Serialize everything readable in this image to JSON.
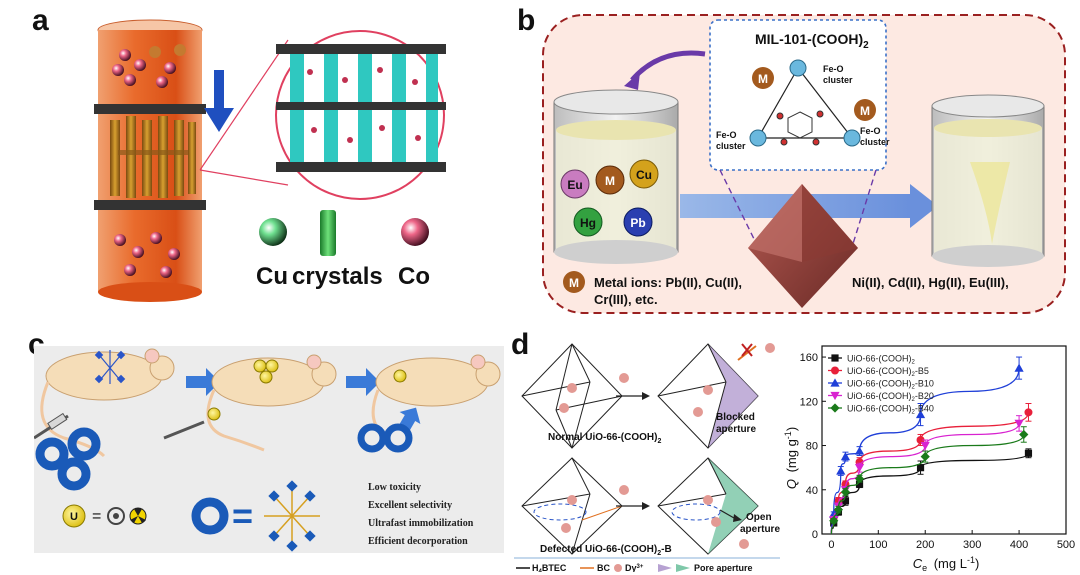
{
  "panel_labels": {
    "a": "a",
    "b": "b",
    "c": "c",
    "d": "d"
  },
  "panel_a": {
    "legend_cu": "Cu",
    "legend_crystals": "crystals",
    "legend_co": "Co"
  },
  "panel_b": {
    "title_main": "MIL-101-(COOH)",
    "title_sub": "2",
    "cluster_label_line1": "Fe-O",
    "cluster_label_line2": "cluster",
    "metal_symbol": "M",
    "ions": [
      "Eu",
      "M",
      "Cu",
      "Hg",
      "Pb"
    ],
    "note_left_line1": "Metal ions: Pb(II), Cu(II),",
    "note_left_line2": "Cr(III), etc.",
    "note_right": "Ni(II), Cd(II), Hg(II), Eu(III),",
    "colors": {
      "eu": "#c97cc0",
      "m": "#a35a1e",
      "cu": "#d4a21c",
      "hg": "#33a140",
      "pb": "#2a3fb0"
    }
  },
  "panel_c": {
    "u_symbol": "U",
    "features": [
      "Low toxicity",
      "Excellent selectivity",
      "Ultrafast immobilization",
      "Efficient decorporation"
    ],
    "equals": "="
  },
  "panel_d": {
    "normal_label": "Normal UiO-66-(COOH)",
    "normal_sub": "2",
    "defected_label": "Defected UiO-66-(COOH)",
    "defected_sub": "2",
    "defected_suffix": "-B",
    "blocked_line1": "Blocked",
    "blocked_line2": "aperture",
    "open_line1": "Open",
    "open_line2": "aperture",
    "legend": {
      "h4btec": "H",
      "h4btec_sub": "4",
      "h4btec_rest": "BTEC",
      "bc": "BC",
      "dy": "Dy",
      "dy_sup": "3+",
      "pore": "Pore aperture"
    },
    "colors": {
      "blocked": "#b7a2d2",
      "open": "#7fc8a9",
      "dy": "#e39a94",
      "bc": "#e07020"
    }
  },
  "chart_data": {
    "type": "scatter",
    "x_label_main": "C",
    "x_label_sub": "e",
    "x_label_unit_pre": "(mg L",
    "x_label_unit_sup": "-1",
    "x_label_unit_post": ")",
    "y_label_main": "Q",
    "y_label_unit_pre": "(mg g",
    "y_label_unit_sup": "-1",
    "y_label_unit_post": ")",
    "xlim": [
      -20,
      500
    ],
    "ylim": [
      0,
      170
    ],
    "xticks": [
      0,
      100,
      200,
      300,
      400,
      500
    ],
    "yticks": [
      0,
      40,
      80,
      120,
      160
    ],
    "legend_position": "top-left",
    "series": [
      {
        "name": "UiO-66-(COOH)",
        "sub": "2",
        "suffix": "",
        "color": "#111111",
        "marker": "square",
        "x": [
          5,
          15,
          30,
          60,
          190,
          420
        ],
        "y": [
          10,
          20,
          30,
          45,
          60,
          73
        ],
        "err": [
          2,
          3,
          4,
          3,
          6,
          4
        ]
      },
      {
        "name": "UiO-66-(COOH)",
        "sub": "2",
        "suffix": "-B5",
        "color": "#e8203a",
        "marker": "circle",
        "x": [
          5,
          15,
          30,
          60,
          190,
          420
        ],
        "y": [
          15,
          30,
          45,
          65,
          85,
          110
        ],
        "err": [
          2,
          3,
          3,
          4,
          5,
          8
        ]
      },
      {
        "name": "UiO-66-(COOH)",
        "sub": "2",
        "suffix": "-B10",
        "color": "#1f3fd8",
        "marker": "triangle-up",
        "x": [
          5,
          20,
          30,
          60,
          190,
          400
        ],
        "y": [
          18,
          57,
          70,
          75,
          108,
          150
        ],
        "err": [
          2,
          4,
          4,
          4,
          10,
          10
        ]
      },
      {
        "name": "UiO-66-(COOH)",
        "sub": "2",
        "suffix": "-B20",
        "color": "#d822d0",
        "marker": "triangle-down",
        "x": [
          5,
          15,
          30,
          60,
          200,
          400
        ],
        "y": [
          13,
          25,
          40,
          60,
          80,
          100
        ],
        "err": [
          2,
          3,
          3,
          4,
          5,
          7
        ]
      },
      {
        "name": "UiO-66-(COOH)",
        "sub": "2",
        "suffix": "-B40",
        "color": "#1a7a1a",
        "marker": "diamond",
        "x": [
          5,
          15,
          30,
          60,
          200,
          410
        ],
        "y": [
          12,
          22,
          38,
          50,
          70,
          90
        ],
        "err": [
          2,
          3,
          3,
          3,
          5,
          7
        ]
      }
    ]
  }
}
